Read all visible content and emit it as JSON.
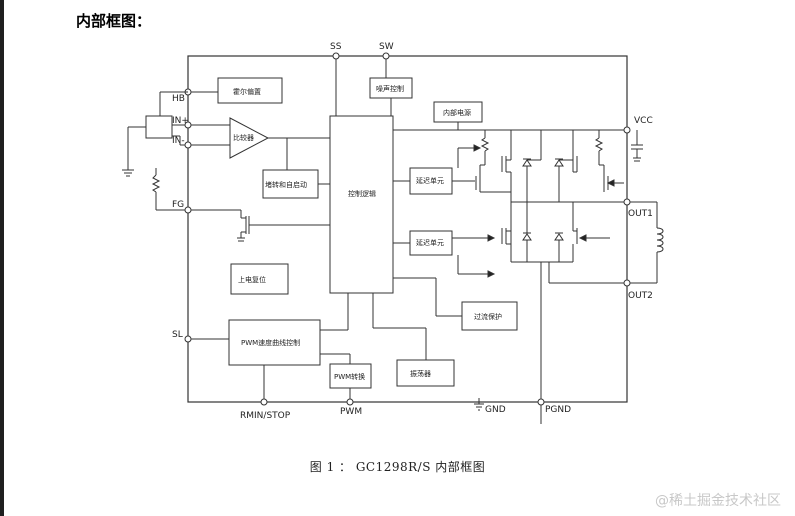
{
  "heading": "内部框图：",
  "caption": "图 1 ： GC1298R/S 内部框图",
  "watermark": "@稀土掘金技术社区",
  "pins": {
    "ss": "SS",
    "sw": "SW",
    "hb": "HB",
    "in_plus": "IN+",
    "in_minus": "IN-",
    "fg": "FG",
    "sl": "SL",
    "vcc": "VCC",
    "out1": "OUT1",
    "out2": "OUT2",
    "gnd": "GND",
    "pgnd": "PGND",
    "pwm": "PWM",
    "rmin_stop": "RMIN/STOP"
  },
  "blocks": {
    "hall_bias": "霍尔偏置",
    "noise_control": "噪声控制",
    "internal_power": "内部电源",
    "comparator": "比较器",
    "lock_restart": "堵转和自启动",
    "control_logic": "控制逻辑",
    "delay_unit_top": "延迟单元",
    "delay_unit_bottom": "延迟单元",
    "power_on_reset": "上电复位",
    "overcurrent_protect": "过流保护",
    "pwm_speed_curve": "PWM速度曲线控制",
    "pwm_convert": "PWM转换",
    "oscillator": "振荡器"
  }
}
